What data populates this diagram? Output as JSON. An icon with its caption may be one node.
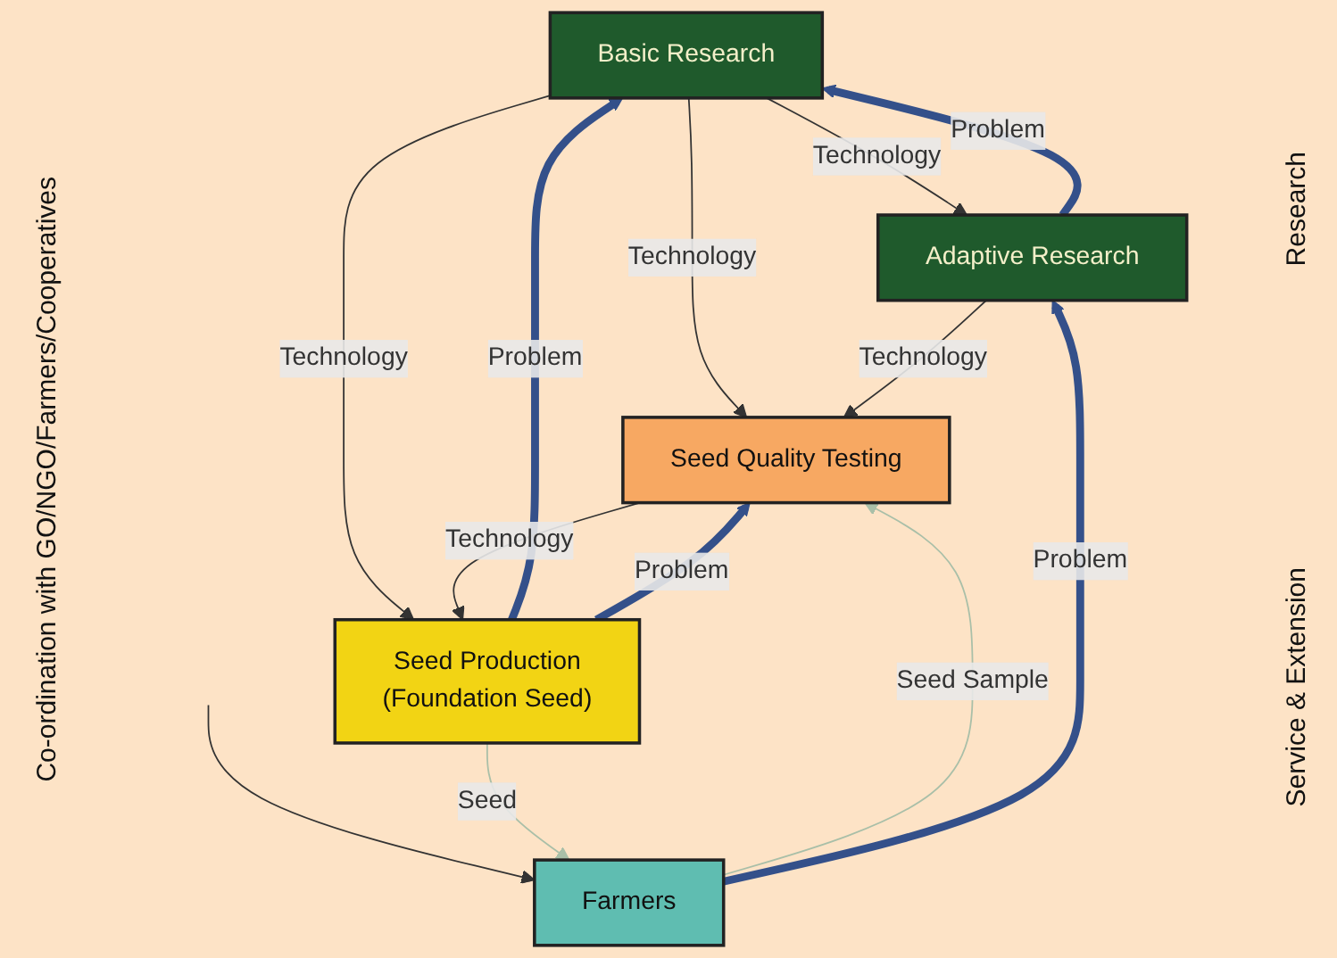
{
  "diagram": {
    "nodes": [
      {
        "text": [
          "Basic Research"
        ]
      },
      {
        "text": [
          "Adaptive Research"
        ]
      },
      {
        "text": [
          "Seed Quality Testing"
        ]
      },
      {
        "text": [
          "Farmers"
        ]
      },
      {
        "text": [
          "Seed Production",
          "(Foundation Seed)"
        ]
      }
    ],
    "edges": [
      {
        "from": 0,
        "to": 1,
        "arrow": "to",
        "label": "Technology"
      },
      {
        "from": 1,
        "to": 0,
        "arrow": "to",
        "label": "Problem",
        "style": "thick",
        "color": "#34508a"
      },
      {
        "from": 0,
        "to": 2,
        "arrow": "to",
        "label": "Technology"
      },
      {
        "from": 1,
        "to": 2,
        "arrow": "to",
        "label": "Technology"
      },
      {
        "from": null,
        "to": 3,
        "arrow": "to"
      },
      {
        "from": 0,
        "to": 4,
        "arrow": "to",
        "label": "Technology"
      },
      {
        "from": 4,
        "to": 0,
        "arrow": "to",
        "label": "Problem",
        "style": "thick",
        "color": "#34508a"
      },
      {
        "from": 2,
        "to": 4,
        "arrow": "to",
        "label": "Technology"
      },
      {
        "from": 4,
        "to": 2,
        "arrow": "to",
        "label": "Problem",
        "style": "thick",
        "color": "#34508a"
      },
      {
        "from": 3,
        "to": 2,
        "arrow": "to",
        "label": "Seed Sample",
        "color": "#a9bfa8"
      },
      {
        "from": 4,
        "to": 3,
        "arrow": "to",
        "label": "Seed",
        "color": "#a9bfa8"
      },
      {
        "from": 3,
        "to": 1,
        "arrow": "to",
        "label": "Problem",
        "style": "thick",
        "color": "#34508a"
      }
    ],
    "labels": [
      "Co-ordination with GO/NGO/Farmers/Cooperatives",
      "Research",
      "Service & Extension"
    ]
  }
}
